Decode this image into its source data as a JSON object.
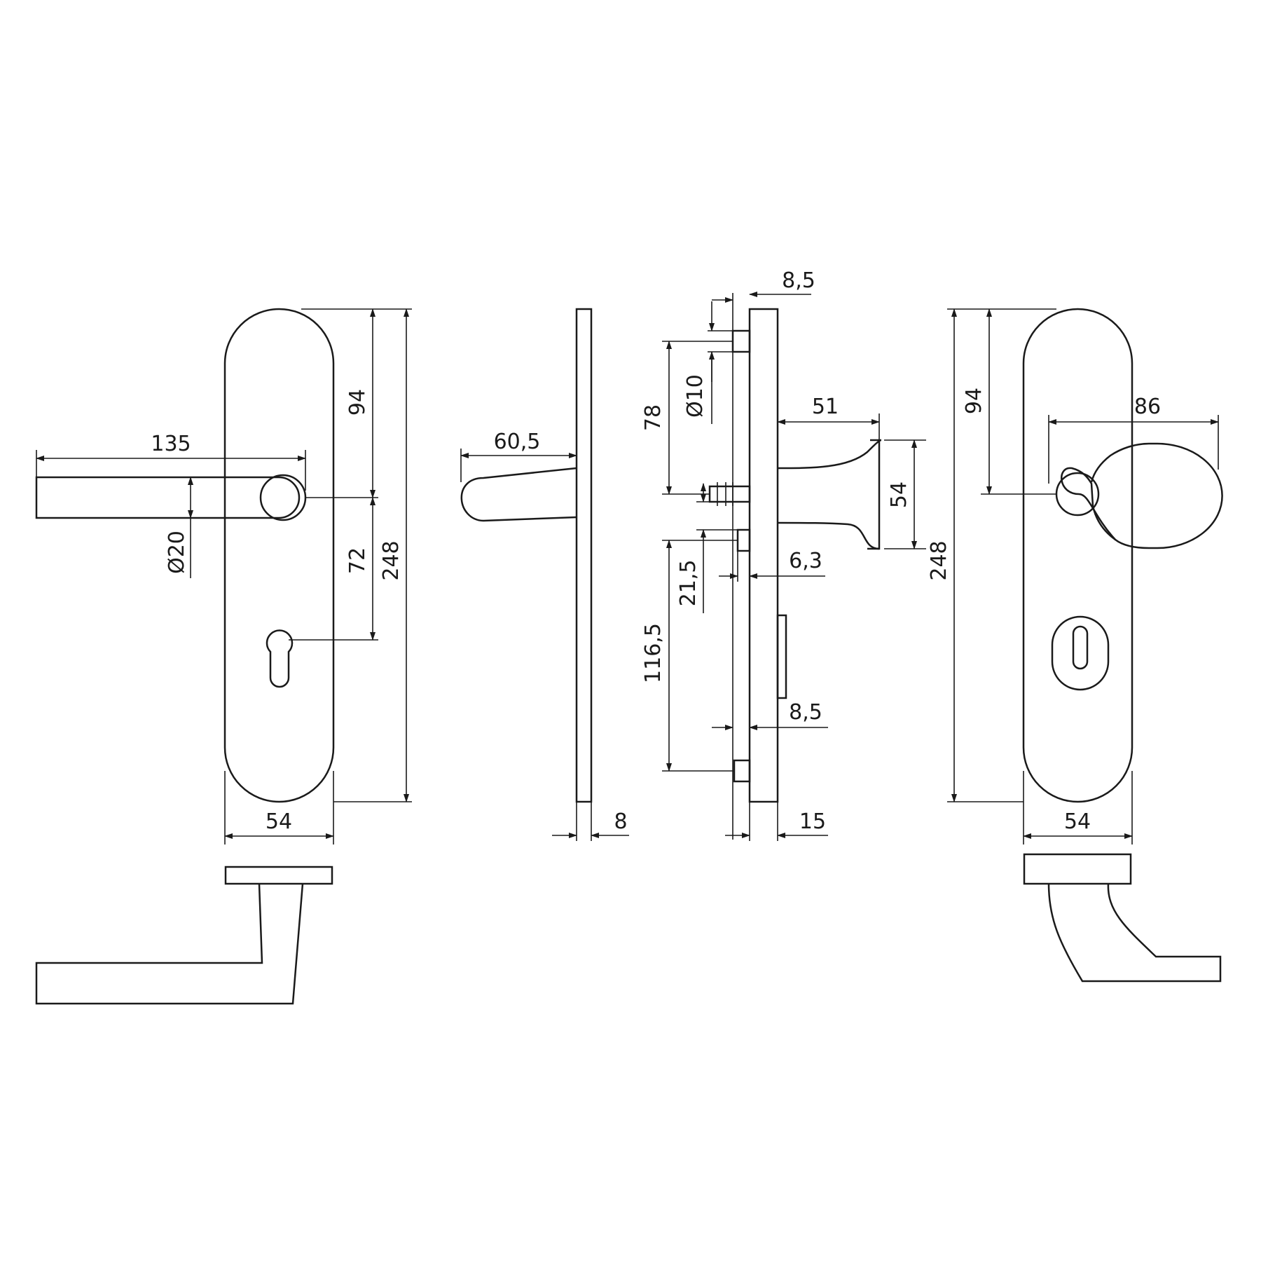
{
  "dimensions": {
    "left_lever_length": "135",
    "left_94": "94",
    "left_72": "72",
    "left_248": "248",
    "left_diameter": "Ø20",
    "left_width": "54",
    "side_projection": "60,5",
    "side_thickness": "8",
    "sec_top_85": "8,5",
    "sec_78": "78",
    "sec_dia10": "Ø10",
    "sec_51": "51",
    "sec_54": "54",
    "sec_21_5": "21,5",
    "sec_6_3": "6,3",
    "sec_116_5": "116,5",
    "sec_bottom_85": "8,5",
    "sec_15": "15",
    "right_94": "94",
    "right_86": "86",
    "right_248": "248",
    "right_width": "54"
  }
}
